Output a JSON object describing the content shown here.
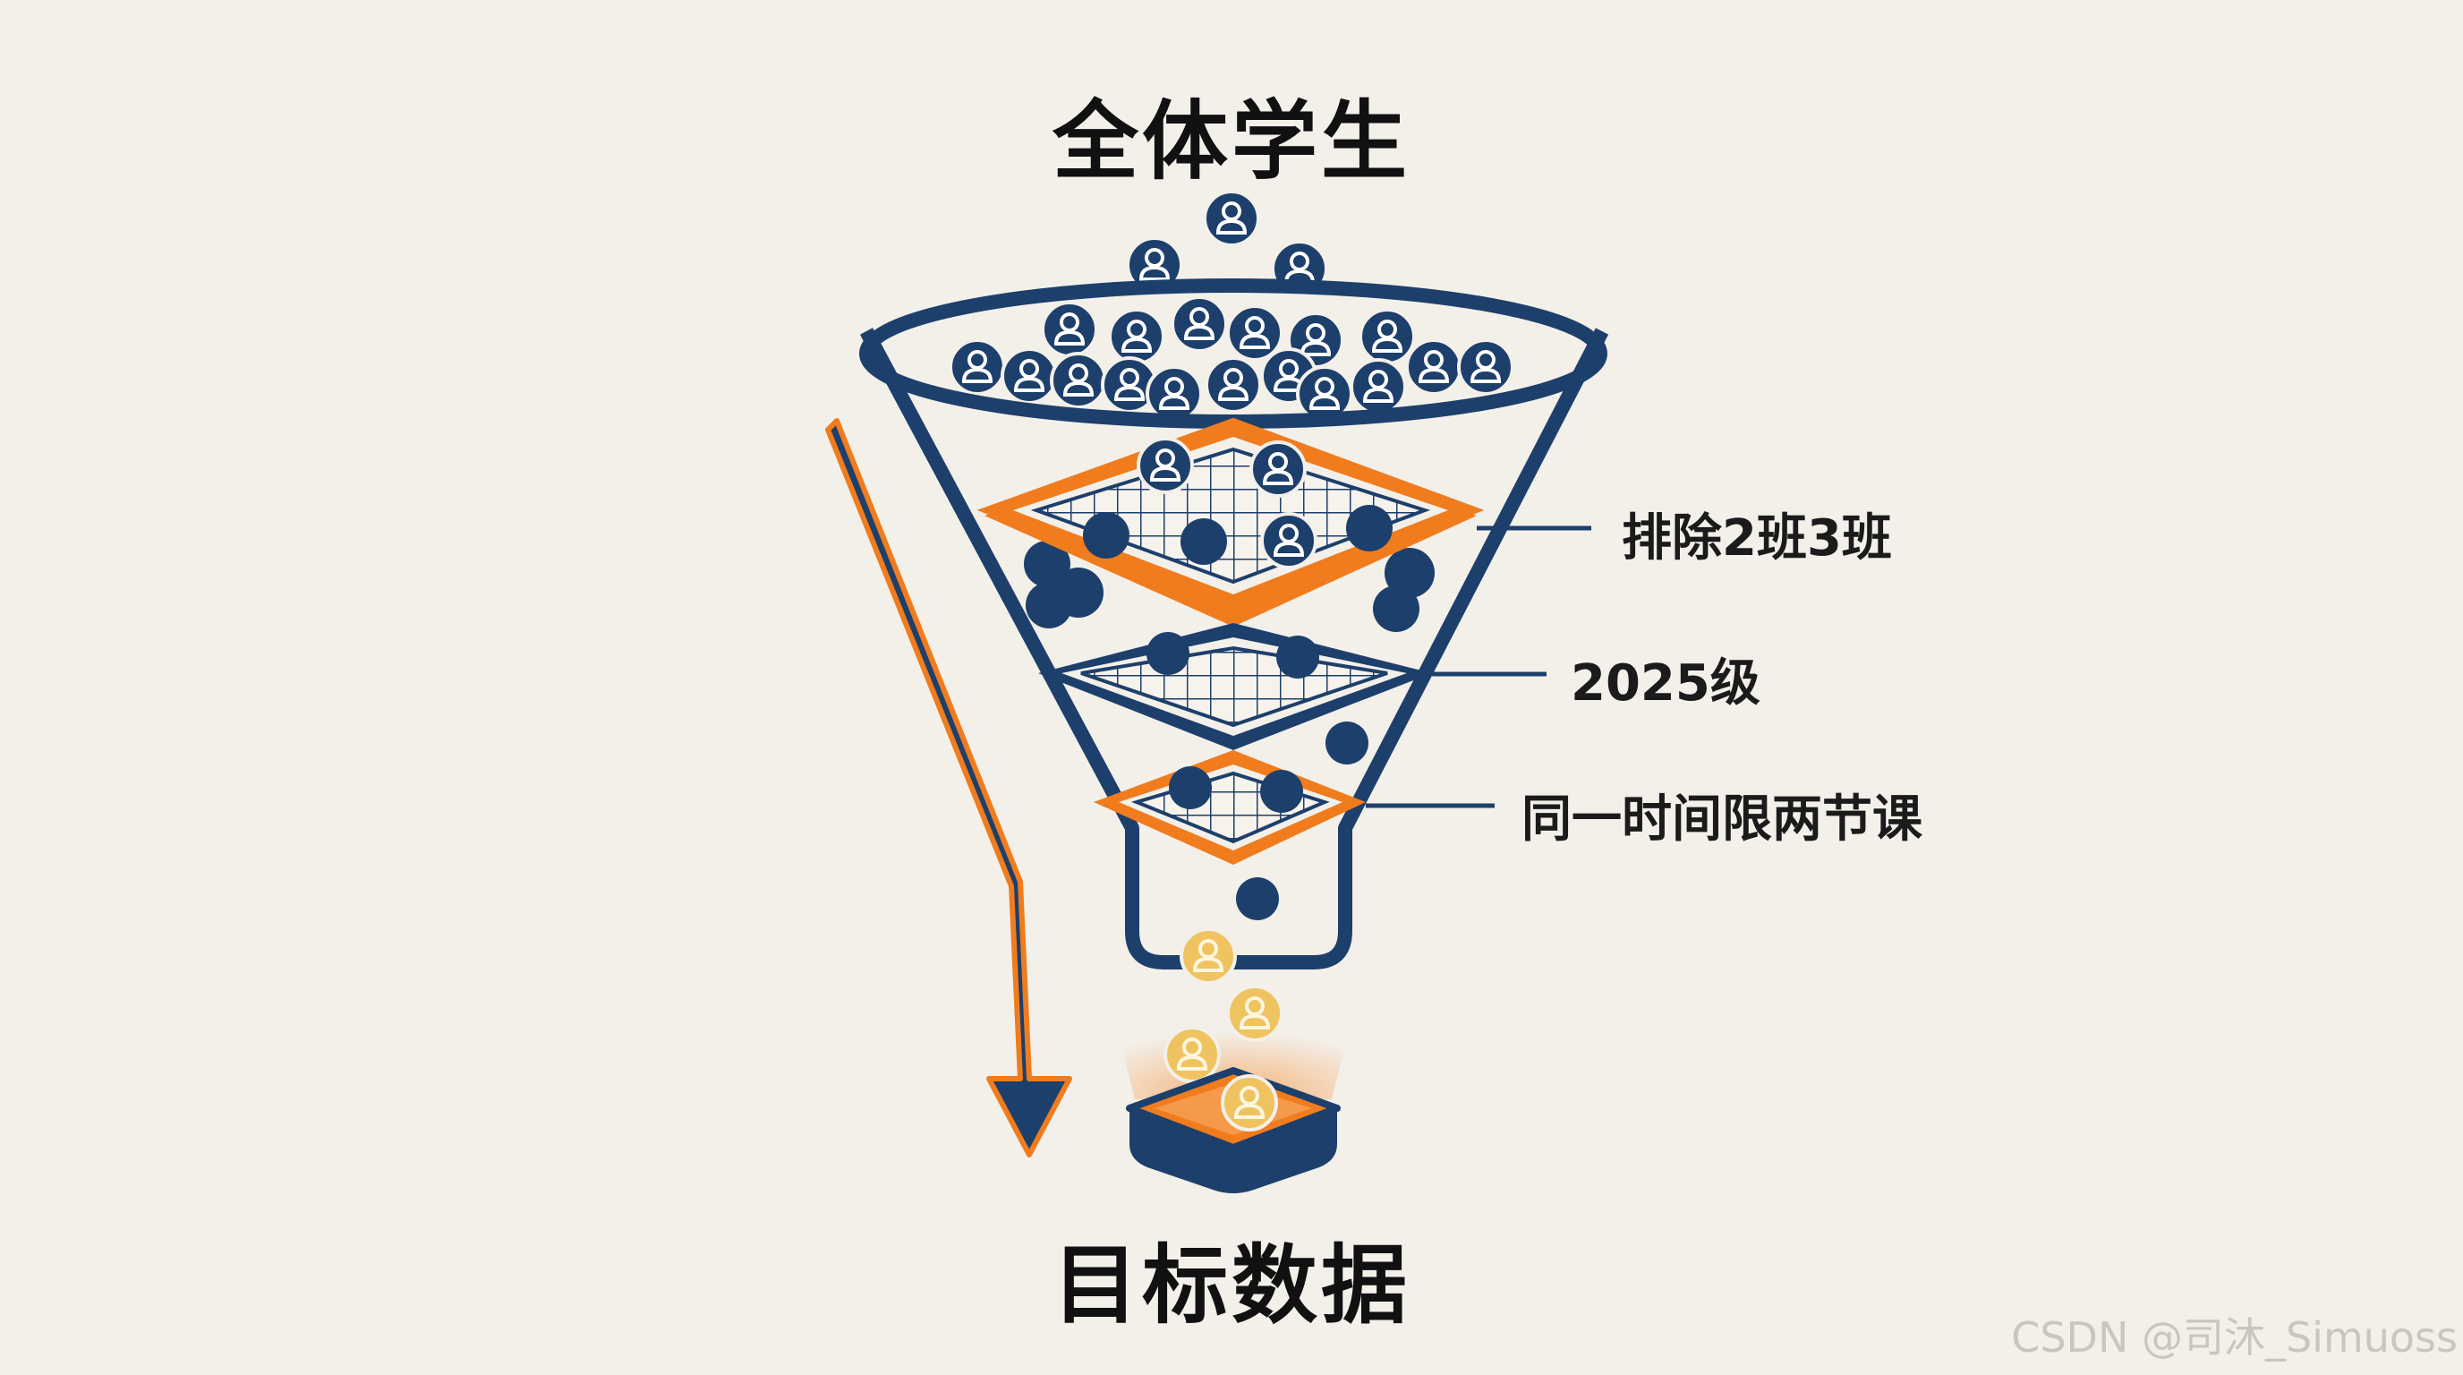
{
  "title_top": "全体学生",
  "title_bottom": "目标数据",
  "filters": [
    {
      "label": "排除2班3班",
      "layer_color": "orange"
    },
    {
      "label": "2025级",
      "layer_color": "navy"
    },
    {
      "label": "同一时间限两节课",
      "layer_color": "orange"
    }
  ],
  "watermark": "CSDN @司沐_Simuoss",
  "colors": {
    "navy": "#1d3f6b",
    "orange": "#f07c1e",
    "gold": "#e8b24a",
    "background": "#f3f0ea"
  },
  "icons": [
    "person-icon",
    "funnel-icon",
    "down-arrow-icon",
    "filter-grid-icon",
    "target-tray-icon"
  ]
}
